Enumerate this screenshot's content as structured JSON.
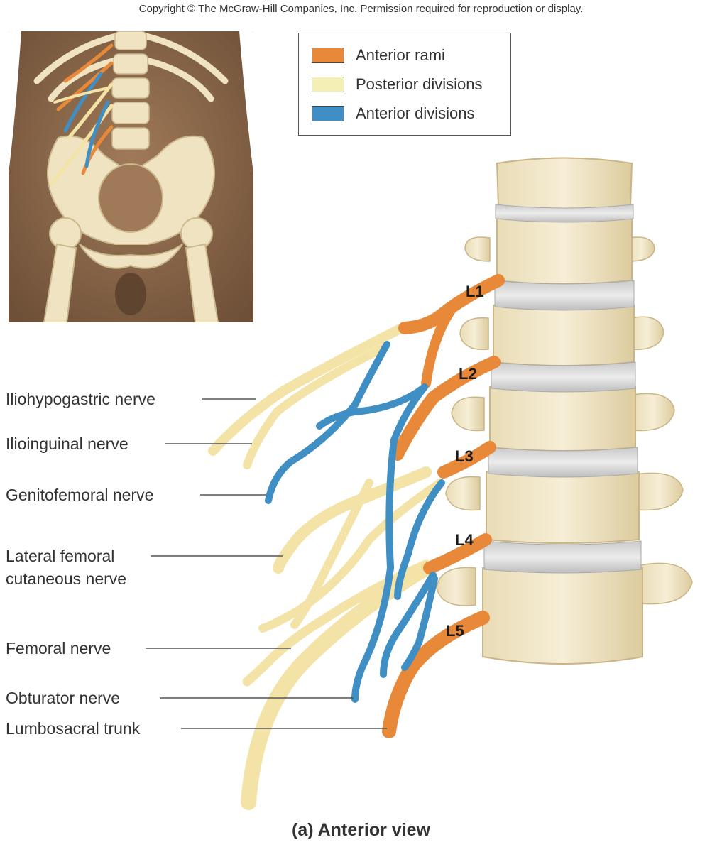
{
  "copyright": "Copyright © The McGraw-Hill Companies, Inc. Permission required for reproduction or display.",
  "legend": {
    "items": [
      {
        "label": "Anterior rami",
        "color": "#e8893a"
      },
      {
        "label": "Posterior divisions",
        "color": "#f4efb4"
      },
      {
        "label": "Anterior divisions",
        "color": "#3f8fc4"
      }
    ]
  },
  "vertebra_levels": [
    "L1",
    "L2",
    "L3",
    "L4",
    "L5"
  ],
  "nerves": [
    {
      "label": "Iliohypogastric nerve"
    },
    {
      "label": "Ilioinguinal nerve"
    },
    {
      "label": "Genitofemoral nerve"
    },
    {
      "label": "Lateral femoral"
    },
    {
      "label": "cutaneous nerve"
    },
    {
      "label": "Femoral nerve"
    },
    {
      "label": "Obturator nerve"
    },
    {
      "label": "Lumbosacral trunk"
    }
  ],
  "caption": "(a) Anterior view",
  "colors": {
    "bone": "#f1e6c6",
    "bone_shade": "#d9c99c",
    "disc": "#dcdcdc",
    "skin": "#8a6a4e",
    "anterior_rami": "#e8893a",
    "posterior": "#f4e3a6",
    "anterior_div": "#3f8fc4"
  }
}
